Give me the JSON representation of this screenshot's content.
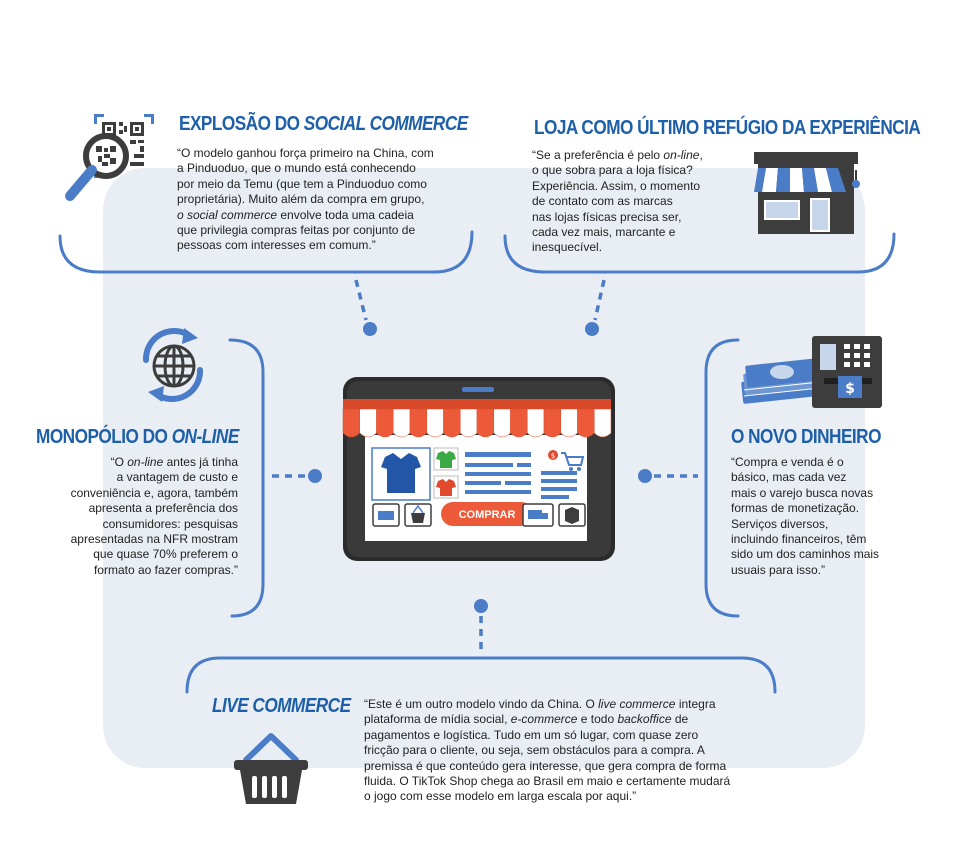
{
  "colors": {
    "title_blue": "#1d5fa8",
    "line_blue": "#4a7cc7",
    "panel_bg": "#e9eef4",
    "icon_gray": "#3d3d3d",
    "awning_red": "#ec5a3a",
    "button_orange": "#ec5a3a"
  },
  "sections": {
    "social_commerce": {
      "title_prefix": "EXPLOSÃO DO ",
      "title_em": "SOCIAL COMMERCE",
      "lines": [
        [
          "“O modelo ganhou força primeiro na China, com"
        ],
        [
          "a Pinduoduo, que o mundo está conhecendo"
        ],
        [
          "por meio da Temu (que tem a Pinduoduo como"
        ],
        [
          "proprietária). Muito além da compra em grupo,"
        ],
        [
          {
            "em": "o social commerce"
          },
          " envolve toda uma cadeia"
        ],
        [
          "que privilegia compras feitas por conjunto de"
        ],
        [
          "pessoas com interesses em comum.”"
        ]
      ],
      "icon": "qr-code-magnifier-icon"
    },
    "loja": {
      "title": "LOJA COMO ÚLTIMO REFÚGIO DA EXPERIÊNCIA",
      "lines": [
        [
          "“Se a preferência é pelo ",
          {
            "em": "on-line"
          },
          ","
        ],
        [
          "o que sobra para a loja física?"
        ],
        [
          "Experiência. Assim, o momento"
        ],
        [
          "de contato com as marcas"
        ],
        [
          "nas lojas físicas precisa ser,"
        ],
        [
          "cada vez mais, marcante e"
        ],
        [
          "inesquecível."
        ]
      ],
      "icon": "storefront-icon"
    },
    "monopolio": {
      "title_prefix": "MONOPÓLIO DO ",
      "title_em": "ON-LINE",
      "lines": [
        [
          "“O ",
          {
            "em": "on-line"
          },
          " antes já tinha"
        ],
        [
          "a vantagem de custo e"
        ],
        [
          "conveniência e, agora, também"
        ],
        [
          "apresenta a preferência dos"
        ],
        [
          "consumidores: pesquisas"
        ],
        [
          "apresentadas na NFR mostram"
        ],
        [
          "que quase 70% preferem o"
        ],
        [
          "formato ao fazer compras.”"
        ]
      ],
      "icon": "globe-sync-icon"
    },
    "dinheiro": {
      "title": "O NOVO DINHEIRO",
      "lines": [
        [
          "“Compra e venda é o"
        ],
        [
          "básico, mas cada vez"
        ],
        [
          "mais o varejo busca novas"
        ],
        [
          "formas de monetização."
        ],
        [
          "Serviços diversos,"
        ],
        [
          "incluindo financeiros, têm"
        ],
        [
          "sido um dos caminhos mais"
        ],
        [
          "usuais para isso.”"
        ]
      ],
      "icon": "money-atm-icon"
    },
    "live": {
      "title": "LIVE COMMERCE",
      "lines": [
        [
          "“Este é um outro modelo vindo da China. O ",
          {
            "em": "live commerce"
          },
          " integra"
        ],
        [
          "plataforma de mídia social, ",
          {
            "em": "e-commerce"
          },
          " e todo ",
          {
            "em": "backoffice"
          },
          " de"
        ],
        [
          "pagamentos e logística. Tudo em um só lugar, com quase zero"
        ],
        [
          "fricção para o cliente, ou seja, sem obstáculos para a compra. A"
        ],
        [
          "premissa é que conteúdo gera interesse, que gera compra de forma"
        ],
        [
          "fluida. O TikTok Shop chega ao Brasil em maio e certamente mudará"
        ],
        [
          "o jogo com esse modelo em larga escala por aqui.”"
        ]
      ],
      "icon": "shopping-basket-icon"
    }
  },
  "tablet": {
    "button_label": "COMPRAR",
    "icon": "tablet-store-icon"
  }
}
